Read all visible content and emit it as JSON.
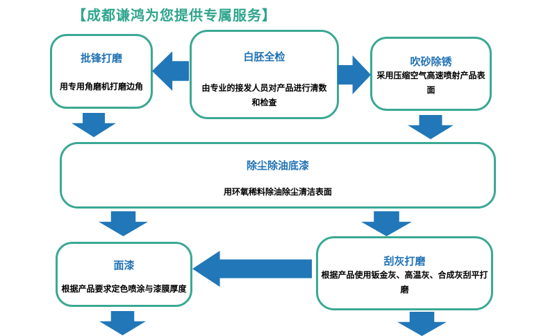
{
  "title": "【成都谦鸿为您提供专属服务】",
  "colors": {
    "title": "#2ea58d",
    "box_border": "#3aa893",
    "heading": "#2072b4",
    "arrow": "#2177b8",
    "body": "#000000"
  },
  "nodes": [
    {
      "id": "deburr",
      "title": "批锋打磨",
      "desc": "用专用角磨机打磨边角"
    },
    {
      "id": "blank-inspect",
      "title": "白胚全检",
      "desc": "由专业的接发人员对产品进行清数和检查"
    },
    {
      "id": "sandblast",
      "title": "吹砂除锈",
      "desc": "采用压缩空气高速喷射产品表面"
    },
    {
      "id": "primer",
      "title": "除尘除油底漆",
      "desc": "用环氧稀料除油除尘清洁表面"
    },
    {
      "id": "topcoat",
      "title": "面漆",
      "desc": "根据产品要求定色喷涂与漆膜厚度"
    },
    {
      "id": "putty-sand",
      "title": "刮灰打磨",
      "desc": "根据产品使用钣金灰、高温灰、合成灰刮平打磨"
    }
  ]
}
